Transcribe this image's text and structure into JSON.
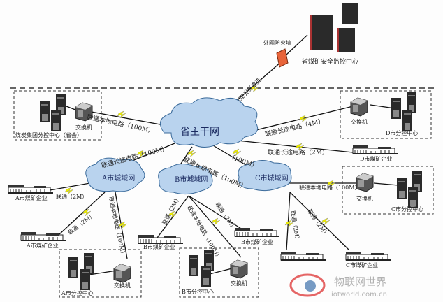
{
  "province_center": {
    "label": "省煤矿安全监控中心",
    "firewall_label": "外网防火墙",
    "link_label": "GE光纤直连"
  },
  "backbone": {
    "label": "省主干网"
  },
  "group_center": {
    "label": "煤炭集团分控中心（省会）",
    "switch_label": "交换机",
    "link_label": "联通本地电路（100M）"
  },
  "city_d": {
    "center_label": "D市分控中心",
    "switch_label": "交换机",
    "center_link": "联通长途电路（4M）",
    "enterprise_link": "联通长途电路（2M）",
    "enterprise_label": "D市煤矿企业"
  },
  "city_a": {
    "cloud_label": "A市城域网",
    "cloud_link": "联通长途电路（100M）",
    "enterprises": [
      {
        "label": "A市煤矿企业",
        "link": "联通（2M）"
      },
      {
        "label": "A市煤矿企业",
        "link": "联通（2M）"
      }
    ],
    "center_label": "A市分控中心",
    "switch_label": "交换机",
    "center_link": "联通本地电路（100M）"
  },
  "city_b": {
    "cloud_label": "B市城域网",
    "cloud_link": "联通长途电路（100M）",
    "enterprises": [
      {
        "label": "B市煤矿企业",
        "link": "联通（2M）"
      },
      {
        "label": "B市煤矿企业",
        "link": "联通（2M）"
      }
    ],
    "center_label": "B市分控中心",
    "switch_label": "交换机",
    "center_link": "联通本地电路（100M）"
  },
  "city_c": {
    "cloud_label": "C市城域网",
    "cloud_link": "（100M）",
    "enterprises": [
      {
        "label": "C市煤矿企业",
        "link": "联通（2M）"
      },
      {
        "link": "联通（2M）"
      }
    ],
    "center_label": "C市分控中心",
    "switch_label": "交换机",
    "center_link": "联通本地电路（100M）"
  },
  "watermark": {
    "title": "物联网世界",
    "url": "iotworld.com.cn"
  },
  "colors": {
    "cloud": "#b9d3ee",
    "cloud_stroke": "#3a6a9a",
    "bolt": "#e8e800",
    "firewall": "#e8643a",
    "server": "#2a2a2a"
  }
}
